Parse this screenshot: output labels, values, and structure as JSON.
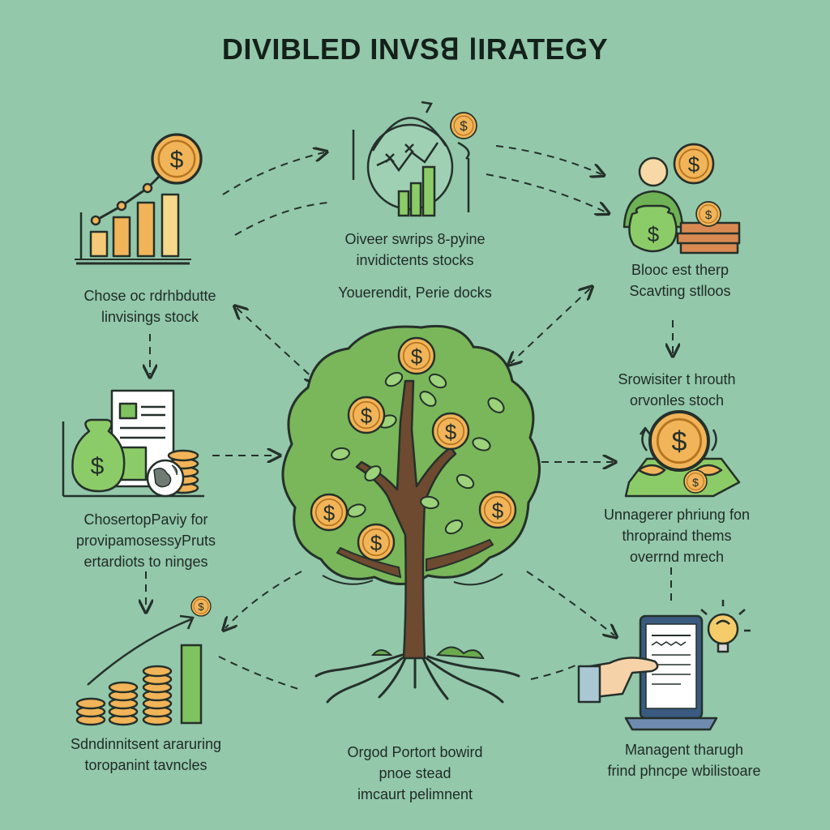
{
  "title": "DIVIBLED INVSꓭ ꓲIRATEGY",
  "colors": {
    "background": "#93c8ab",
    "gold": "#f0b457",
    "green": "#7ec35f",
    "tree": "#79b75a",
    "trunk": "#6d4a30",
    "outline": "#25302a"
  },
  "steps": [
    {
      "id": "step-1",
      "icon": "bar-chart-coin-icon",
      "lines": [
        "Chose oc rdrhbdutte",
        "linvisings stock"
      ]
    },
    {
      "id": "step-2",
      "icon": "growth-globe-icon",
      "lines": [
        "Oiveer swrips 8-pyine",
        "invidictents stocks",
        "",
        "Youerendit, Perie docks"
      ]
    },
    {
      "id": "step-3",
      "icon": "investor-money-bag-icon",
      "lines": [
        "Blooc est therp",
        "Scavting stlloos"
      ]
    },
    {
      "id": "step-4",
      "icon": "document-money-bag-icon",
      "lines": [
        "ChosertopPaviy for",
        "provipamosessyPruts",
        "ertardiots to ninges"
      ]
    },
    {
      "id": "step-5",
      "icon": "coin-hands-cash-icon",
      "lines": [
        "Srowisiter t hrouth",
        "orvonles stoch"
      ]
    },
    {
      "id": "step-6",
      "icon": "",
      "lines": [
        "Unnagerer phriung fon",
        "thropraind thems",
        "overrnd mrech"
      ]
    },
    {
      "id": "step-7",
      "icon": "coin-stacks-growth-icon",
      "lines": [
        "Sdndinnitsent araruring",
        "toropanint tavncles"
      ]
    },
    {
      "id": "step-8",
      "icon": "money-tree-icon",
      "lines": [
        "Orgod Portort bowird",
        "pnoe stead",
        "imcaurt pelimnent"
      ]
    },
    {
      "id": "step-9",
      "icon": "tablet-document-lightbulb-icon",
      "lines": [
        "Managent tharugh",
        "frind phncpe wbilistoare"
      ]
    }
  ]
}
